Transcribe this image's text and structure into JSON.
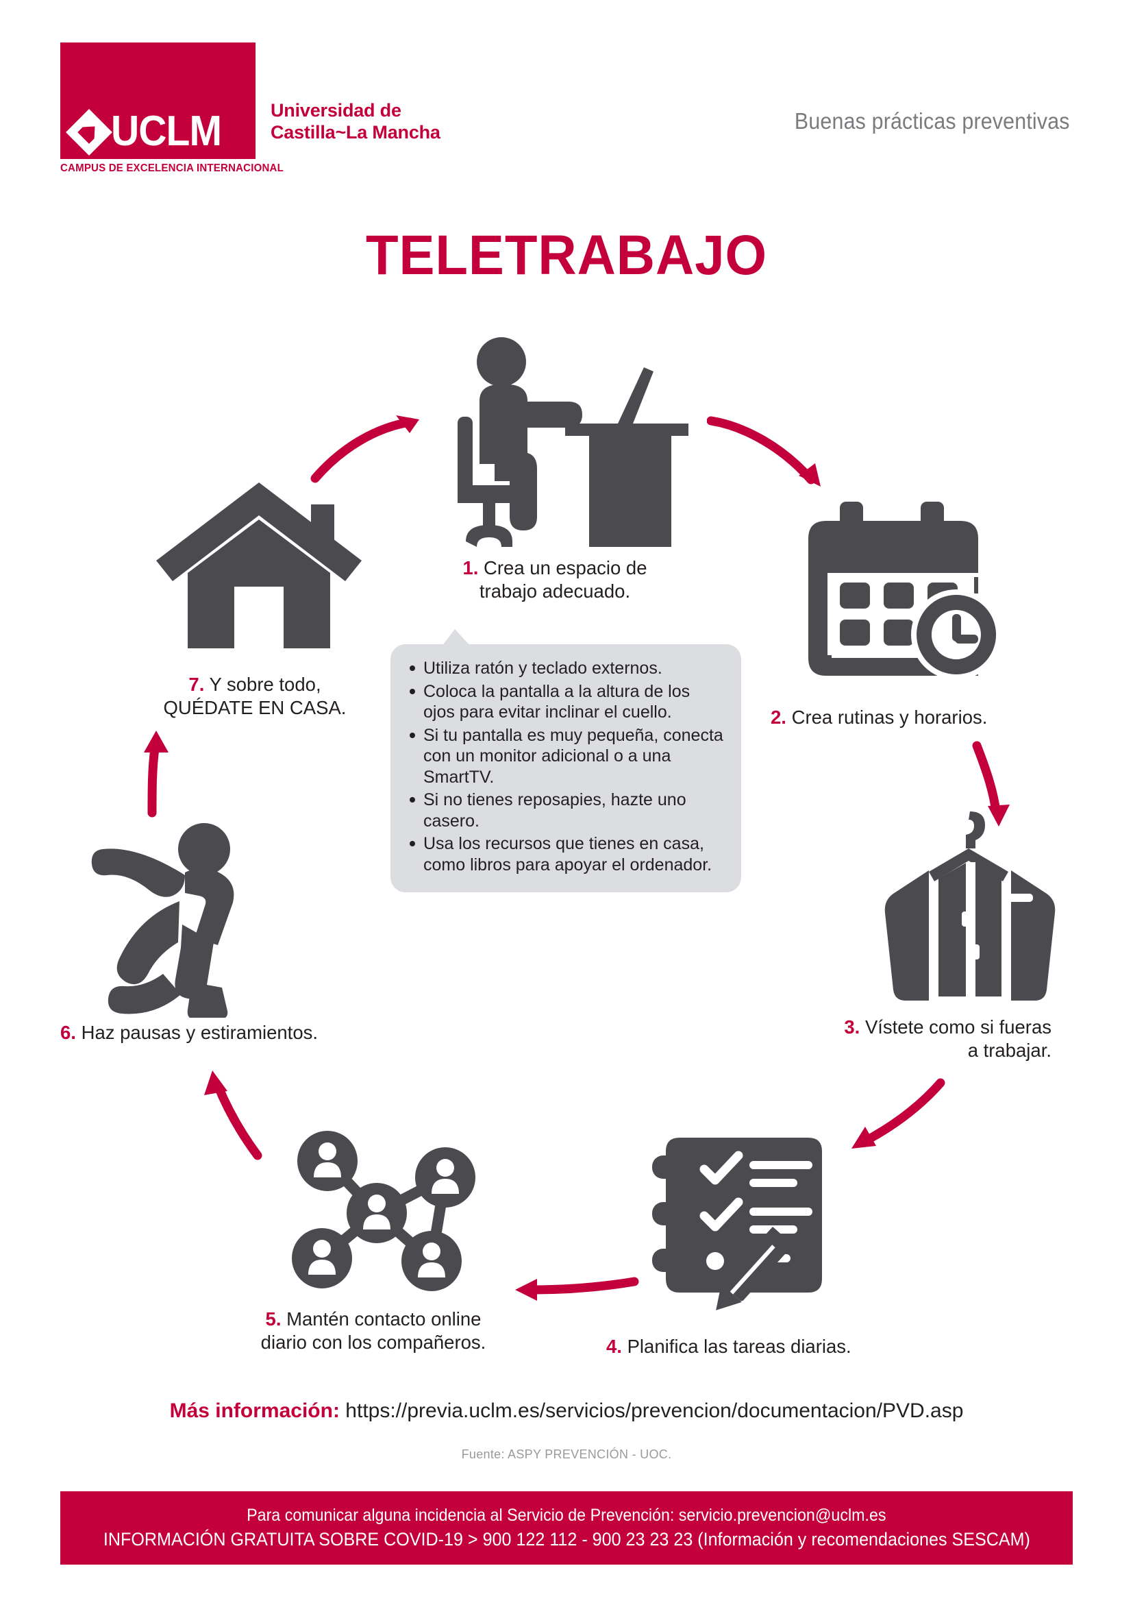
{
  "header": {
    "logo_word": "UCLM",
    "logo_tagline": "CAMPUS DE EXCELENCIA INTERNACIONAL",
    "university_line1": "Universidad de",
    "university_line2": "Castilla~La Mancha",
    "right_text": "Buenas prácticas preventivas",
    "brand_color": "#c4003c"
  },
  "title": "TELETRABAJO",
  "steps": [
    {
      "num": "1.",
      "line1": "Crea un espacio de",
      "line2": "trabajo adecuado.",
      "icon": "person-at-desk-icon"
    },
    {
      "num": "2.",
      "line1": "Crea rutinas y horarios.",
      "line2": "",
      "icon": "calendar-clock-icon"
    },
    {
      "num": "3.",
      "line1": "Vístete como si fueras",
      "line2": "a trabajar.",
      "icon": "jacket-hanger-icon"
    },
    {
      "num": "4.",
      "line1": "Planifica las tareas diarias.",
      "line2": "",
      "icon": "checklist-pencil-icon"
    },
    {
      "num": "5.",
      "line1": "Mantén contacto online",
      "line2": "diario con los compañeros.",
      "icon": "network-people-icon"
    },
    {
      "num": "6.",
      "line1": "Haz pausas y estiramientos.",
      "line2": "",
      "icon": "stretching-person-icon"
    },
    {
      "num": "7.",
      "line1": "Y sobre todo,",
      "line2": "QUÉDATE EN CASA.",
      "icon": "house-icon"
    }
  ],
  "callout": {
    "bullets": [
      "Utiliza ratón y teclado externos.",
      "Coloca la pantalla a la altura de los ojos para evitar inclinar el cuello.",
      "Si tu pantalla es muy pequeña, conecta con un monitor adicional o a una SmartTV.",
      "Si no tienes reposapies, hazte uno casero.",
      "Usa los recursos que tienes en casa, como libros para apoyar el ordenador."
    ],
    "background_color": "#dcdde1"
  },
  "footer": {
    "more_label": "Más información:",
    "more_url": "https://previa.uclm.es/servicios/prevencion/documentacion/PVD.asp",
    "source": "Fuente: ASPY PREVENCIÓN - UOC.",
    "banner_line1": "Para comunicar alguna incidencia al Servicio de Prevención: servicio.prevencion@uclm.es",
    "banner_line2": "INFORMACIÓN GRATUITA SOBRE COVID-19 > 900 122 112 - 900 23 23 23 (Información y recomendaciones SESCAM)",
    "banner_color": "#c4003c"
  },
  "icon_color": "#4a4a4f",
  "arrow_color": "#c4003c"
}
